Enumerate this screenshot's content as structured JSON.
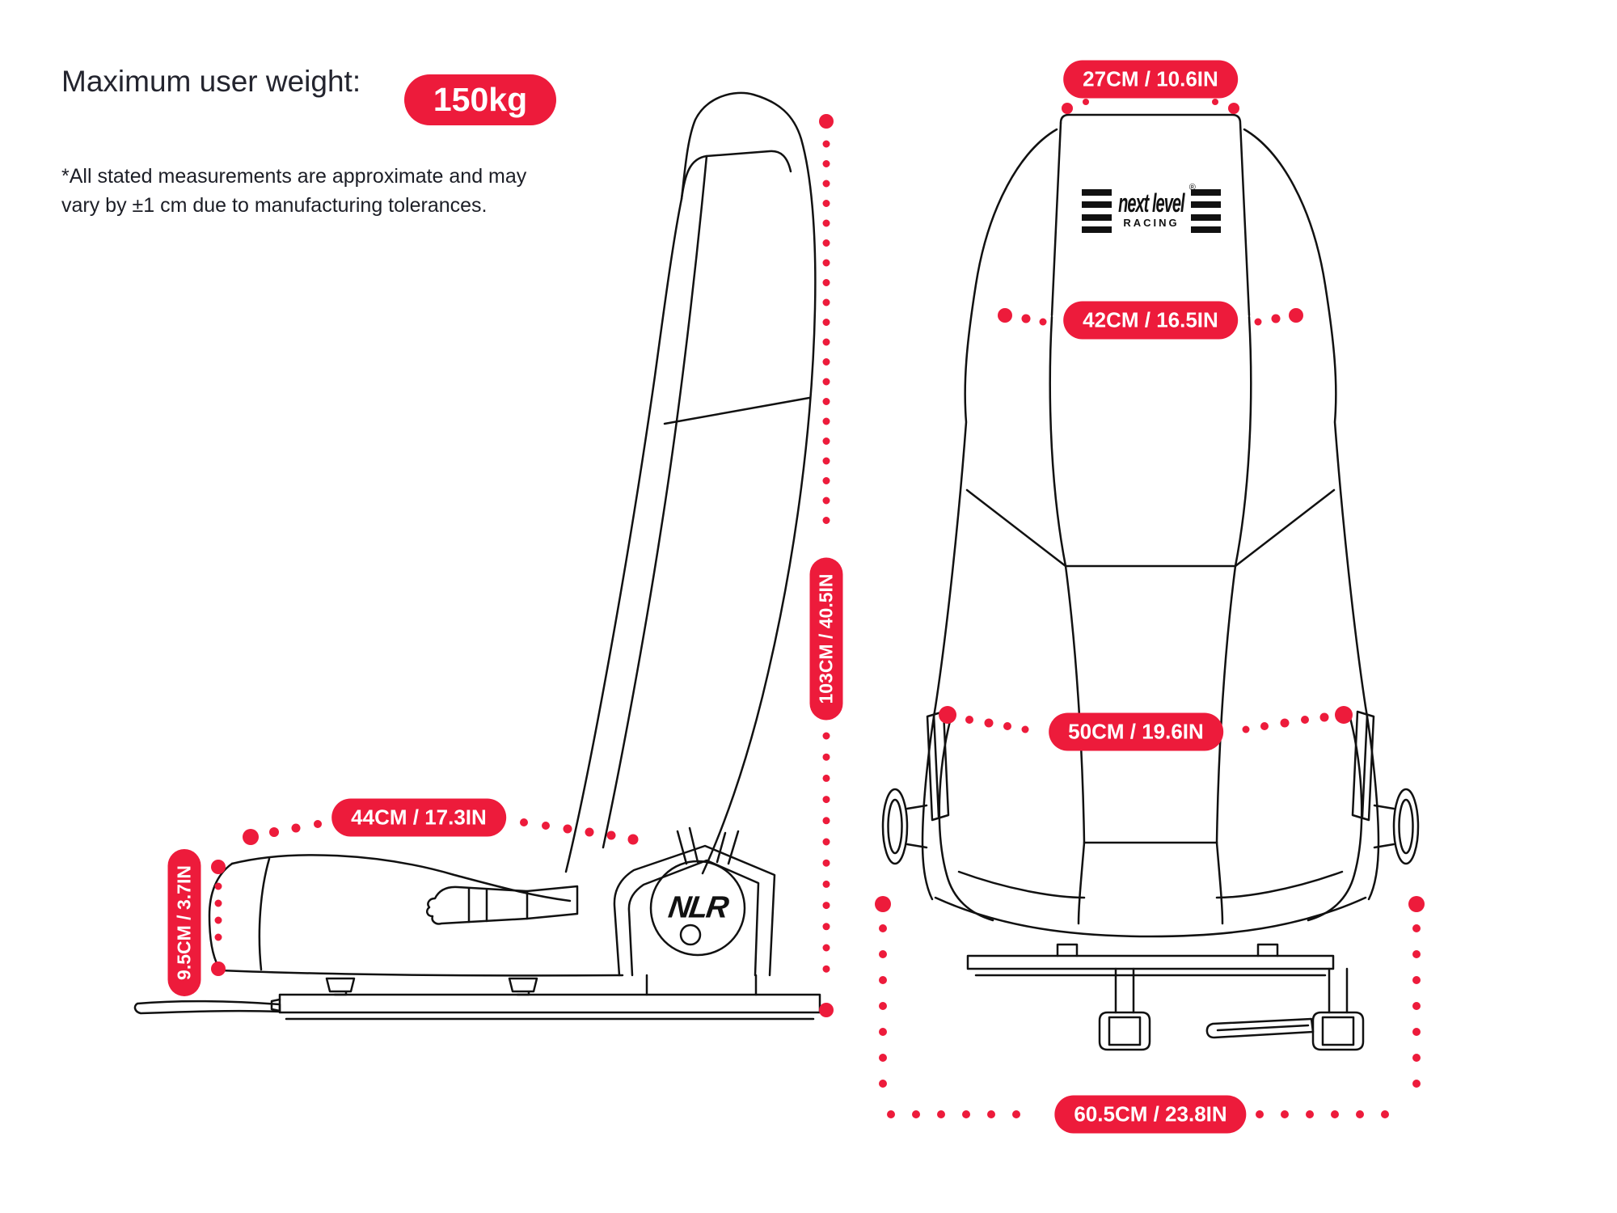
{
  "page": {
    "background": "#ffffff"
  },
  "colors": {
    "accent_red": "#ED1B3B",
    "ink": "#23242E",
    "line_art": "#111111",
    "pill_text": "#ffffff"
  },
  "header": {
    "max_weight_label": "Maximum user weight:",
    "max_weight_value": "150kg",
    "disclaimer_line1": "*All stated measurements are approximate and may",
    "disclaimer_line2": "vary by ±1 cm due to manufacturing tolerances."
  },
  "brand": {
    "logo_script": "next level",
    "logo_sub": "RACING",
    "registered_mark": "®",
    "knob_monogram": "NLR"
  },
  "dimensions": {
    "headrest_width": "27CM / 10.6IN",
    "shoulder_width": "42CM / 16.5IN",
    "seat_width": "50CM / 19.6IN",
    "base_width": "60.5CM / 23.8IN",
    "overall_height": "103CM / 40.5IN",
    "seat_depth": "44CM / 17.3IN",
    "cushion_height": "9.5CM / 3.7IN"
  }
}
